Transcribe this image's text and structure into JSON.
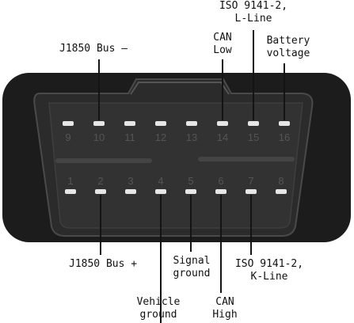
{
  "connector": {
    "top_row_pins": [
      "9",
      "10",
      "11",
      "12",
      "13",
      "14",
      "15",
      "16"
    ],
    "bottom_row_pins": [
      "1",
      "2",
      "3",
      "4",
      "5",
      "6",
      "7",
      "8"
    ],
    "colors": {
      "shell": "#1c1c1c",
      "face": "#2b2b2b",
      "socket": "#3a3a3a",
      "pin": "#e6e6e6",
      "number": "#555555",
      "leader": "#141414"
    }
  },
  "labels": {
    "iso_l_line": "ISO 9141-2,\nL-Line",
    "can_low": "CAN\nLow",
    "battery_voltage": "Battery\nvoltage",
    "j1850_bus_minus": "J1850 Bus –",
    "j1850_bus_plus": "J1850 Bus +",
    "signal_ground": "Signal\nground",
    "iso_k_line": "ISO 9141-2,\nK-Line",
    "vehicle_ground": "Vehicle\nground",
    "can_high": "CAN\nHigh"
  }
}
